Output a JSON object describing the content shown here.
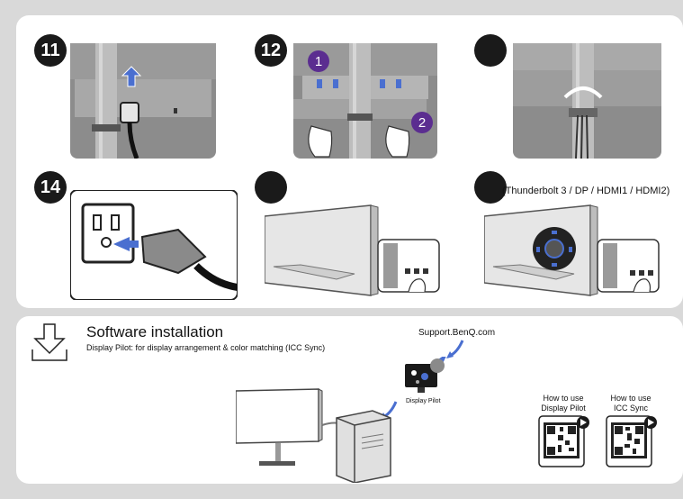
{
  "steps": {
    "s11": "11",
    "s12": "12",
    "s13": "",
    "s14": "14",
    "s15": "",
    "s16": "",
    "callout1": "1",
    "callout2": "2",
    "ports_note": "(Thunderbolt 3 / DP / HDMI1 / HDMI2)"
  },
  "software": {
    "title": "Software installation",
    "subtitle": "Display Pilot: for display arrangement & color matching (ICC Sync)",
    "support_url": "Support.BenQ.com",
    "app_label": "Display Pilot",
    "qr1_caption_line1": "How to use",
    "qr1_caption_line2": "Display Pilot",
    "qr2_caption_line1": "How to use",
    "qr2_caption_line2": "ICC Sync"
  },
  "colors": {
    "page_bg": "#d9d9d9",
    "panel_bg": "#ffffff",
    "badge": "#1a1a1a",
    "callout_purple": "#5b2d90",
    "arrow_blue": "#4a6fd0"
  }
}
